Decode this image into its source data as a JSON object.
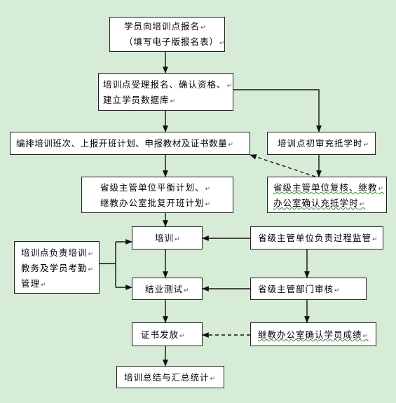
{
  "nodes": {
    "register": [
      "学员向培训点报名",
      "（填写电子版报名表）"
    ],
    "accept": [
      "培训点受理报名、确认资格、",
      "建立学员数据库"
    ],
    "plan": [
      "编排培训班次、上报开班计划、申报教材及证书数量"
    ],
    "credit_check": [
      "培训点初审充抵学时"
    ],
    "balance": [
      "省级主管单位平衡计划、",
      "继教办公室批复开班计划"
    ],
    "review": [
      "省级主管单位复核、继教",
      "办公室确认充抵学时"
    ],
    "training": [
      "培训"
    ],
    "process_supervision": [
      "省级主管单位负责过程监管"
    ],
    "attendance": [
      "培训点负责培训",
      "教务及学员考勤",
      "管理"
    ],
    "exam": [
      "结业测试"
    ],
    "audit": [
      "省级主管部门审核"
    ],
    "certificate": [
      "证书发放"
    ],
    "confirm_scores": [
      "继教办公室确认学员成绩"
    ],
    "summary": [
      "培训总结与汇总统计"
    ]
  }
}
